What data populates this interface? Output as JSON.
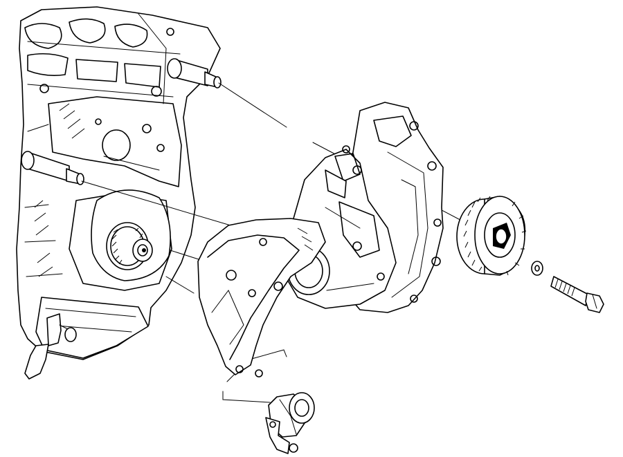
{
  "diagram": {
    "components": [
      "engine-block",
      "water-pump",
      "timing-cover",
      "camshaft-sprocket",
      "washer",
      "sprocket-bolt",
      "belt-tensioner",
      "sensor"
    ],
    "colors": {
      "ink": "#000000",
      "paper": "#ffffff"
    }
  }
}
